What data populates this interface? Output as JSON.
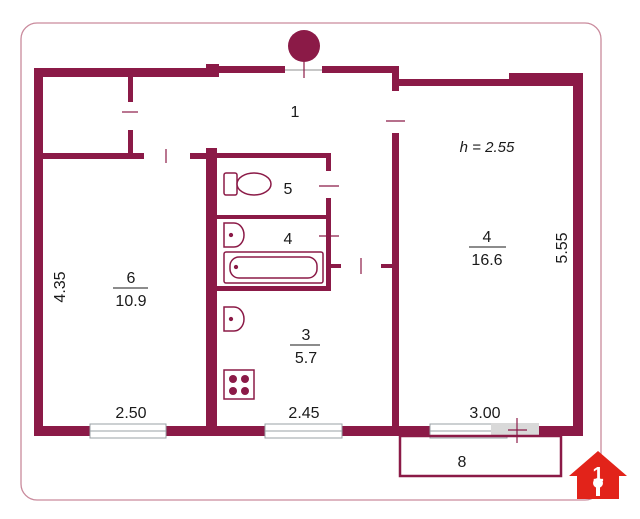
{
  "colors": {
    "wall": "#8b1a47",
    "frame": "#c98a9c",
    "window": "#ffffff",
    "window_line": "#9aa0a6",
    "door_mark": "#8b1a47",
    "logo": "#e2231a"
  },
  "ceiling": "h = 2.55",
  "rooms": [
    {
      "num": "1"
    },
    {
      "num": "6",
      "area": "10.9"
    },
    {
      "num": "5"
    },
    {
      "num": "4"
    },
    {
      "num": "3",
      "area": "5.7"
    },
    {
      "num": "4",
      "area": "16.6"
    },
    {
      "num": "8"
    }
  ],
  "dimensions": {
    "left_height": "4.35",
    "right_height": "5.55",
    "w_room6": "2.50",
    "w_kitchen": "2.45",
    "w_room4": "3.00"
  },
  "fixtures": [
    "toilet-icon",
    "sink-icon",
    "bathtub-icon",
    "stove-icon",
    "entry-marker-icon"
  ],
  "logo": {
    "text": "1",
    "icon": "house-key-icon"
  }
}
